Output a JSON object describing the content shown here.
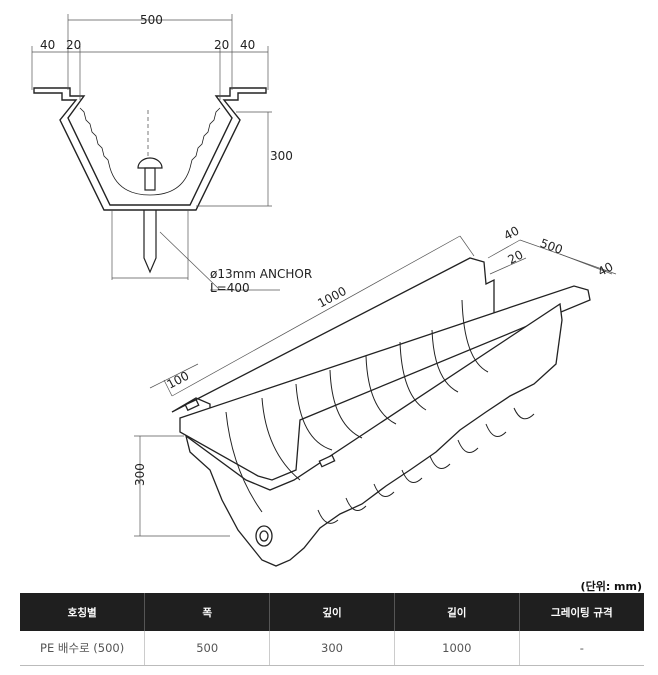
{
  "section_dims": {
    "top_width": "500",
    "left_flange": "40",
    "left_lip": "20",
    "right_lip": "20",
    "right_flange": "40",
    "depth": "300",
    "anchor_line1": "ø13mm ANCHOR",
    "anchor_line2": "L=400"
  },
  "iso_dims": {
    "length": "1000",
    "end_width": "100",
    "flange_40": "40",
    "width_500": "500",
    "lip_20": "20",
    "flange_40b": "40",
    "depth": "300"
  },
  "unit_label": "(단위: mm)",
  "table": {
    "headers": [
      "호칭별",
      "폭",
      "깊이",
      "길이",
      "그레이팅 규격"
    ],
    "rows": [
      [
        "PE 배수로 (500)",
        "500",
        "300",
        "1000",
        "-"
      ]
    ]
  }
}
